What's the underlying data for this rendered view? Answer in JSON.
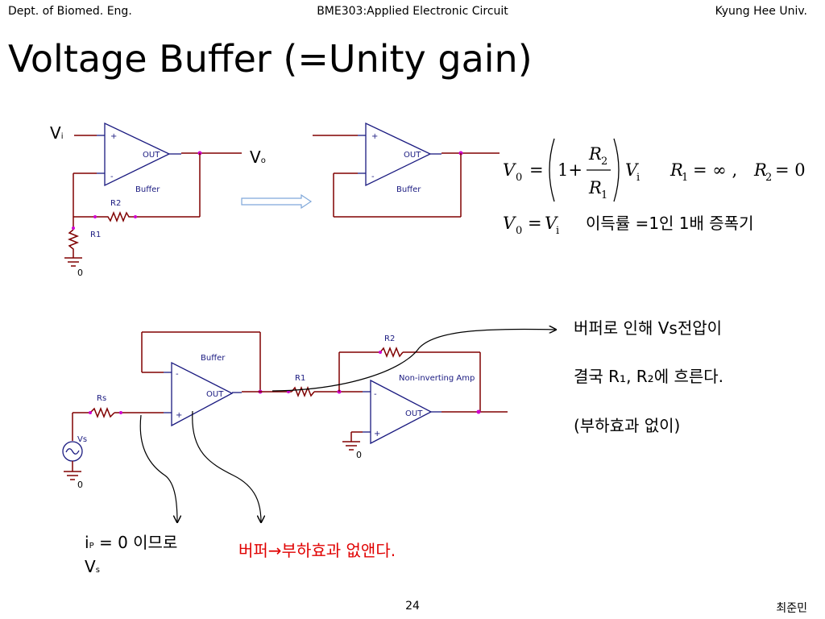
{
  "header": {
    "left": "Dept. of Biomed. Eng.",
    "center": "BME303:Applied Electronic Circuit",
    "right": "Kyung Hee Univ."
  },
  "title": "Voltage Buffer (=Unity gain)",
  "diagram1": {
    "vi_label": "V",
    "vi_sub": "i",
    "vo_label": "V",
    "vo_sub": "o",
    "opamp_plus": "+",
    "opamp_minus": "-",
    "opamp_out": "OUT",
    "opamp_name": "Buffer",
    "r2": "R2",
    "r1": "R1",
    "ground": "0"
  },
  "diagram2": {
    "opamp_plus": "+",
    "opamp_minus": "-",
    "opamp_out": "OUT",
    "opamp_name": "Buffer"
  },
  "equations": {
    "eq1_v0": "V",
    "eq1_v0_sub": "0",
    "eq1_eq": "=",
    "eq1_one": "1+",
    "eq1_num": "R",
    "eq1_num_sub": "2",
    "eq1_den": "R",
    "eq1_den_sub": "1",
    "eq1_vi": "V",
    "eq1_vi_sub": "i",
    "eq1_cond1": "R",
    "eq1_cond1_sub": "1",
    "eq1_cond1_val": "= ∞ ,",
    "eq1_cond2": "R",
    "eq1_cond2_sub": "2",
    "eq1_cond2_val": "= 0",
    "eq2_v0": "V",
    "eq2_v0_sub": "0",
    "eq2_eq": "=",
    "eq2_vi": "V",
    "eq2_vi_sub": "i",
    "eq2_text": "이득률 =1인  1배 증폭기"
  },
  "diagram3": {
    "buffer_name": "Buffer",
    "buffer_out": "OUT",
    "buffer_minus": "-",
    "buffer_plus": "+",
    "rs": "Rs",
    "vs": "Vs",
    "ground1": "0",
    "r1": "R1",
    "r2": "R2",
    "noninv_name": "Non-inverting Amp",
    "noninv_out": "OUT",
    "noninv_minus": "-",
    "noninv_plus": "+",
    "ground2": "0"
  },
  "notes": {
    "right_line1": "버퍼로 인해 Vs전압이",
    "right_line2": "결국 R₁, R₂에 흐른다.",
    "right_line3": "(부하효과 없이)",
    "ip_i": "i",
    "ip_sub": "P",
    "ip_text": " = 0 이므로",
    "vs_v": "V",
    "vs_sub": "s",
    "red_note": "버퍼→부하효과 없앤다."
  },
  "footer": {
    "page": "24",
    "author": "최준민"
  },
  "colors": {
    "wire": "#800000",
    "opamp": "#1a1a80",
    "node": "#d000d0",
    "highlight": "#e00000"
  }
}
